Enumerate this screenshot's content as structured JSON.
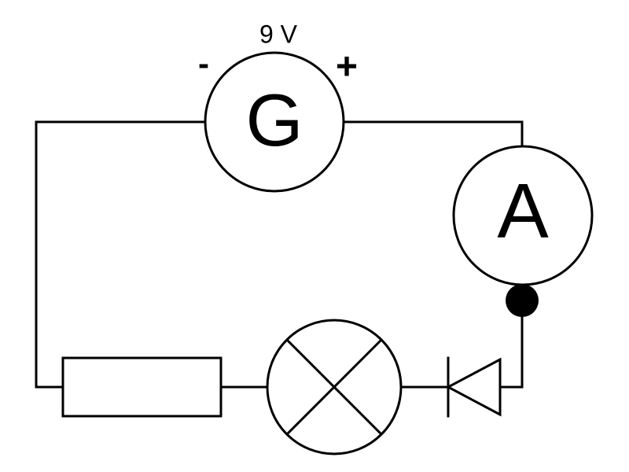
{
  "diagram": {
    "type": "circuit-schematic",
    "colors": {
      "stroke": "#000000",
      "background": "#ffffff"
    },
    "source": {
      "symbol": "G",
      "voltage_label": "9 V",
      "negative_label": "-",
      "positive_label": "+"
    },
    "ammeter": {
      "symbol": "A"
    },
    "components": [
      "generator",
      "ammeter",
      "junction-dot",
      "diode",
      "lamp",
      "resistor"
    ]
  }
}
